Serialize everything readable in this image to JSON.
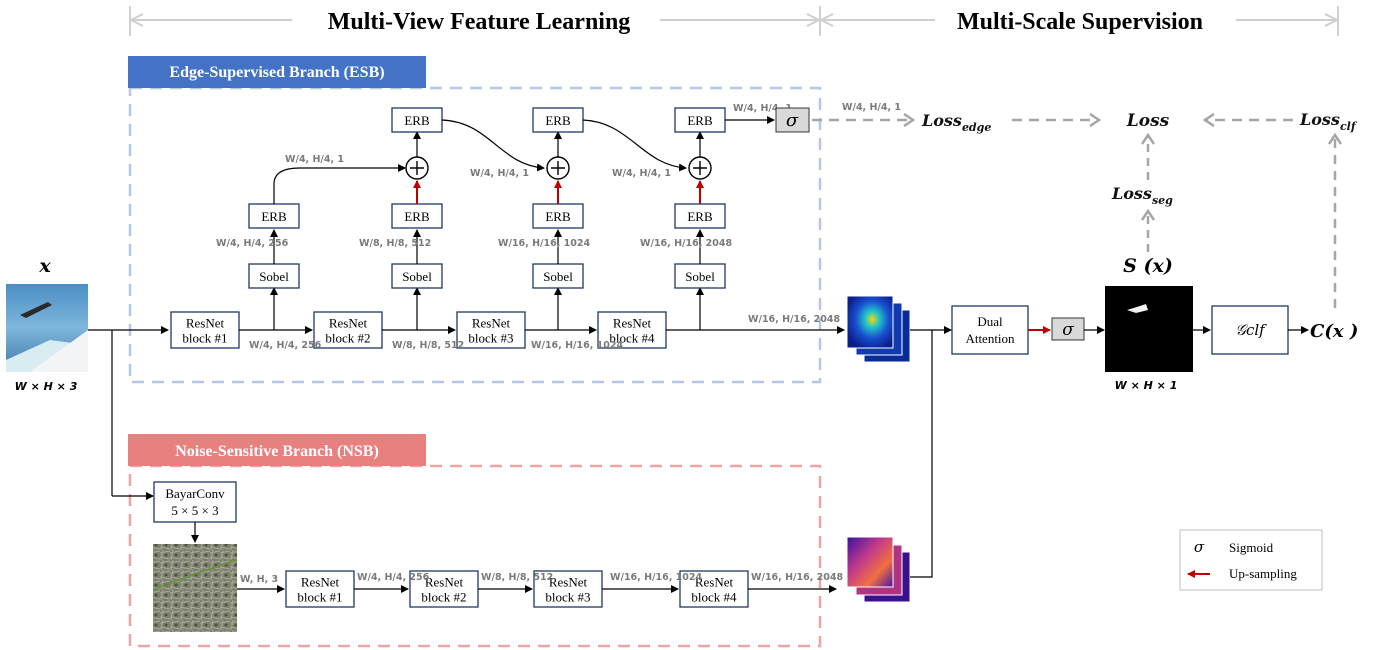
{
  "header": {
    "left_title": "Multi-View Feature Learning",
    "right_title": "Multi-Scale Supervision"
  },
  "esb": {
    "title": "Edge-Supervised Branch (ESB)",
    "blocks": [
      "ResNet\nblock #1",
      "ResNet\nblock #2",
      "ResNet\nblock #3",
      "ResNet\nblock #4"
    ],
    "sobel_label": "Sobel",
    "erb_label": "ERB",
    "sigma": "σ",
    "dims_below": [
      "W/4, H/4, 256",
      "W/8, H/8, 512",
      "W/16, H/16, 1024",
      "W/16, H/16, 2048"
    ],
    "dims_sobel": [
      "W/4, H/4, 256",
      "W/8, H/8, 512",
      "W/16, H/16, 1024",
      "W/16, H/16, 2048"
    ],
    "dims_erb": [
      "W/4, H/4, 1",
      "W/4, H/4, 1",
      "W/4, H/4, 1",
      "W/4, H/4, 1",
      "W/4, H/4, 1"
    ]
  },
  "nsb": {
    "title": "Noise-Sensitive Branch (NSB)",
    "bayar_line1": "BayarConv",
    "bayar_line2": "5 × 5 × 3",
    "input_dim": "W, H, 3",
    "blocks": [
      "ResNet\nblock #1",
      "ResNet\nblock #2",
      "ResNet\nblock #3",
      "ResNet\nblock #4"
    ],
    "dims": [
      "W/4, H/4, 256",
      "W/8, H/8, 512",
      "W/16, H/16, 1024",
      "W/16, H/16, 2048"
    ]
  },
  "input": {
    "symbol": "x",
    "shape": "W × H × 3"
  },
  "fusion": {
    "dual_attention_line1": "Dual",
    "dual_attention_line2": "Attention",
    "sigma": "σ",
    "output_symbol": "S (x)",
    "output_shape": "W × H × 1",
    "classifier": "𝒢clf",
    "classifier_output": "C(x )"
  },
  "losses": {
    "edge": "Loss_edge",
    "total": "Loss",
    "seg": "Loss_seg",
    "clf": "Loss_clf"
  },
  "legend": {
    "sigmoid_symbol": "σ",
    "sigmoid_label": "Sigmoid",
    "upsampling_label": "Up-sampling"
  },
  "colors": {
    "esb_box": "#4472c4",
    "esb_dash": "#b4c7e7",
    "nsb_box": "#e98080",
    "nsb_dash": "#f0a3a3",
    "upsample_arrow": "#c00000",
    "loss_dash": "#a6a6a6",
    "sigma_fill": "#d9d9d9"
  }
}
